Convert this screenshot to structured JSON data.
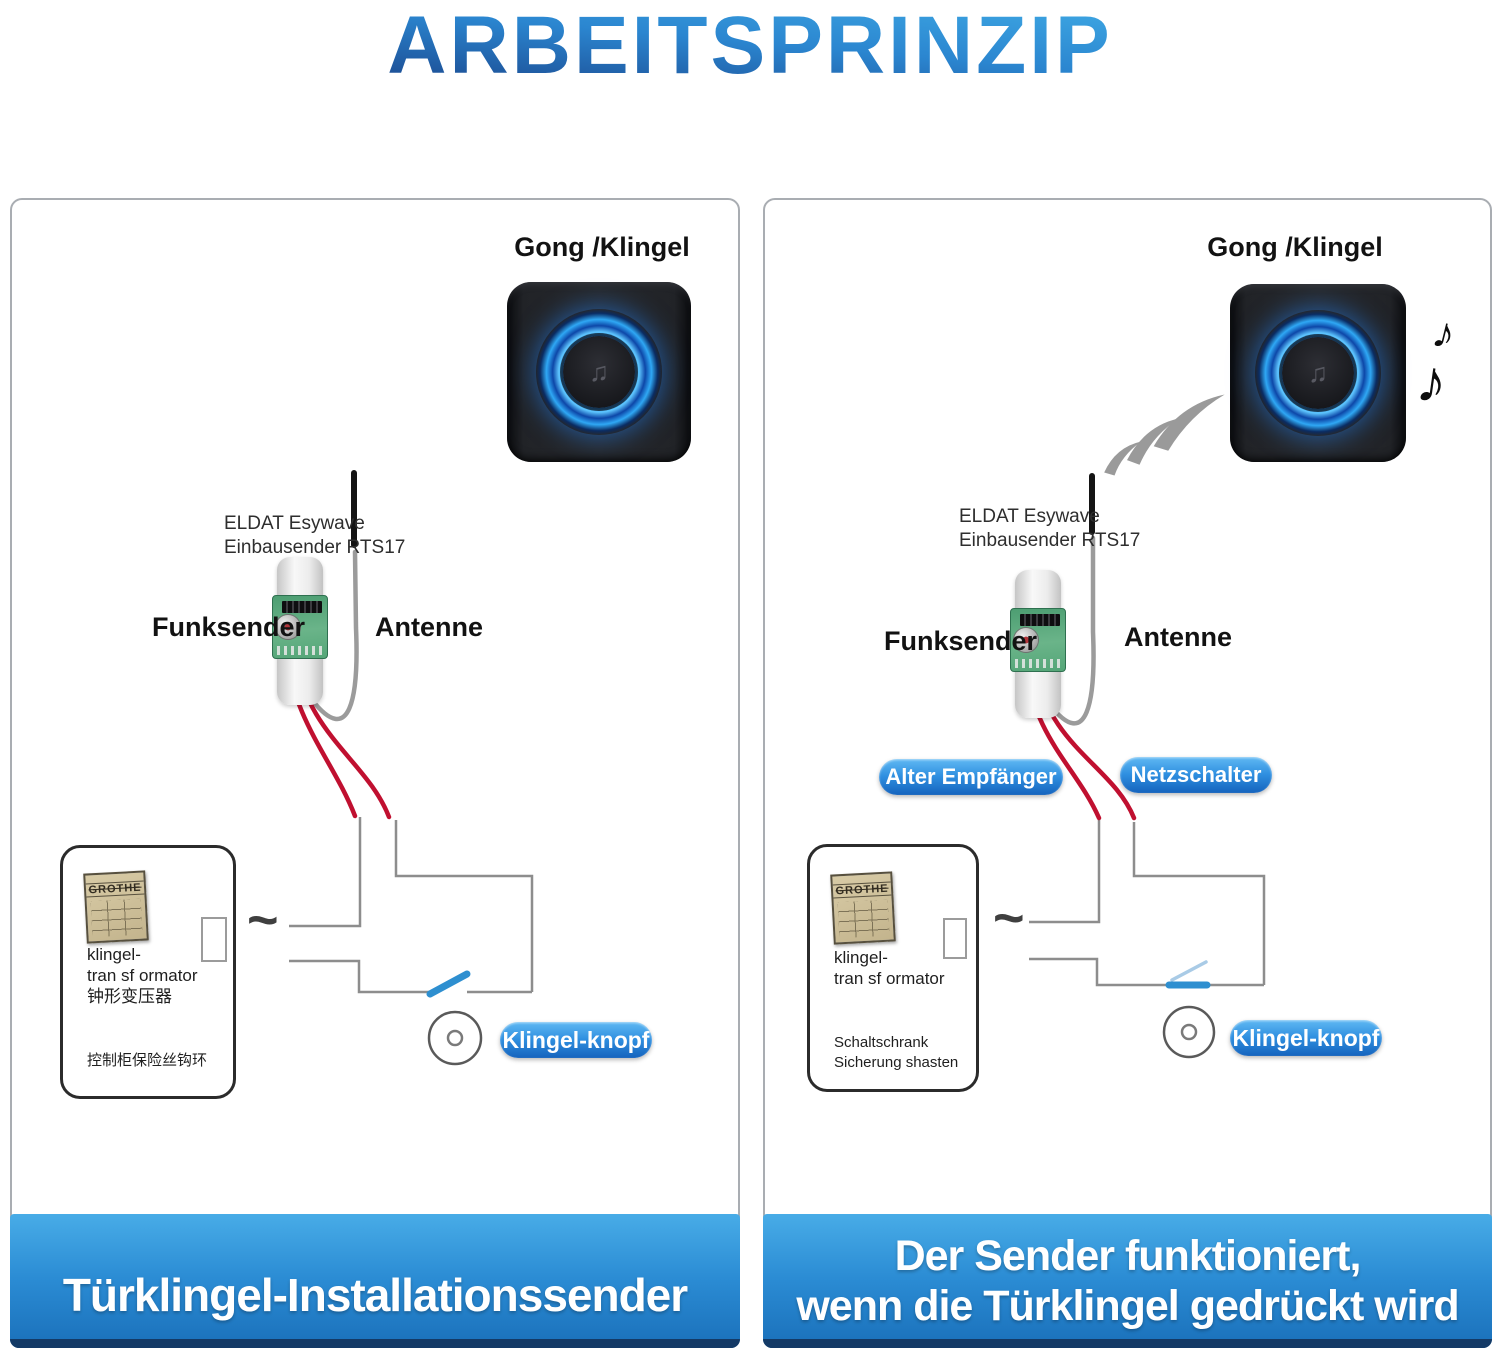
{
  "title": "ARBEITSPRINZIP",
  "glyphs": {
    "music_button": "♫"
  },
  "colors": {
    "title_gradient_top": "#47b7ec",
    "title_gradient_bottom": "#142f74",
    "band_blue_top": "#48ace7",
    "band_blue_bottom": "#1a70ba",
    "badge_blue": "#2f8fe0",
    "wire_red": "#c01030",
    "circuit_gray": "#8d8d8d",
    "switch_blue": "#2e8fd0",
    "chime_ring_blue": "#2fa8f5"
  },
  "left": {
    "gong_label": "Gong /Klingel",
    "device_line1": "ELDAT Esywave",
    "device_line2": "Einbausender RTS17",
    "funksender": "Funksender",
    "antenne": "Antenne",
    "ac_symbol": "~",
    "transformer": {
      "brand": "GROTHE",
      "line1": "klingel-",
      "line2": "tran sf ormator",
      "line3": "钟形变压器",
      "note": "控制柜保险丝钩环"
    },
    "button_badge": "Klingel-knopf",
    "caption": "Türklingel-Installationssender"
  },
  "right": {
    "gong_label": "Gong /Klingel",
    "device_line1": "ELDAT Esywave",
    "device_line2": "Einbausender RTS17",
    "funksender": "Funksender",
    "antenne": "Antenne",
    "ac_symbol": "~",
    "receiver_badge": "Alter Empfänger",
    "switch_badge": "Netzschalter",
    "transformer": {
      "brand": "GROTHE",
      "line1": "klingel-",
      "line2": "tran sf ormator",
      "note_line1": "Schaltschrank",
      "note_line2": "Sicherung shasten"
    },
    "button_badge": "Klingel-knopf",
    "note_small": "♪",
    "note_large": "♪",
    "caption_line1": "Der Sender funktioniert,",
    "caption_line2": "wenn die Türklingel gedrückt wird"
  }
}
